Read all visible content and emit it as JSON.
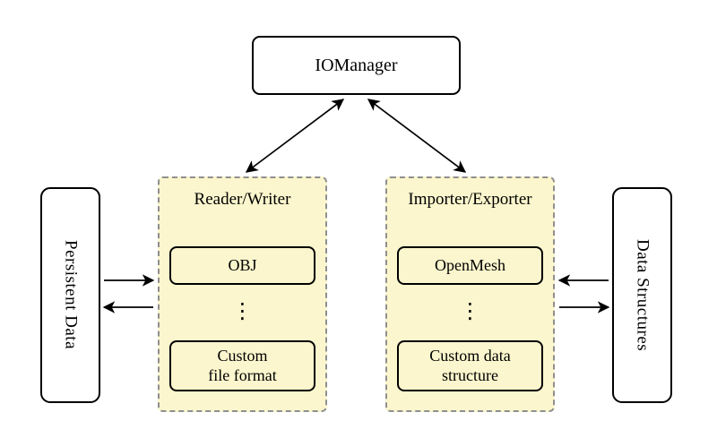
{
  "diagram": {
    "iomanager": {
      "label": "IOManager"
    },
    "persistent_data": {
      "label": "Persistent Data"
    },
    "data_structures": {
      "label": "Data Structures"
    },
    "reader_writer": {
      "title": "Reader/Writer",
      "items": [
        "OBJ",
        "Custom\nfile format"
      ],
      "ellipsis": "⋮"
    },
    "importer_exporter": {
      "title": "Importer/Exporter",
      "items": [
        "OpenMesh",
        "Custom data\nstructure"
      ],
      "ellipsis": "⋮"
    },
    "colors": {
      "panel_fill": "#fbf6cd",
      "panel_border_dashed": "#8f8f8f",
      "box_border": "#000000",
      "arrow": "#000000",
      "background": "#ffffff"
    }
  }
}
